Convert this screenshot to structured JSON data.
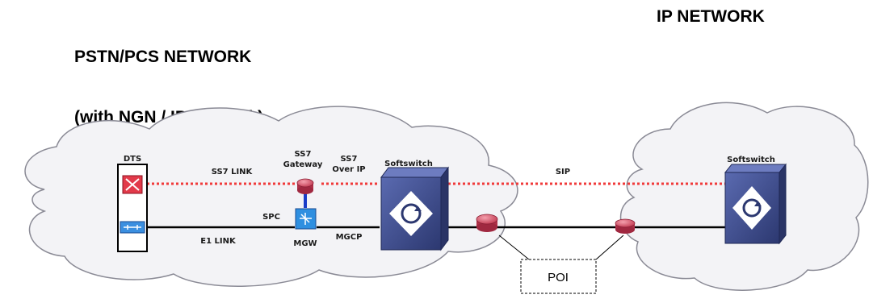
{
  "headings": {
    "left_line1": "PSTN/PCS NETWORK",
    "left_line2": "(with NGN / IP Network)",
    "right": "IP NETWORK"
  },
  "labels": {
    "dts": "DTS",
    "ss7_link": "SS7 LINK",
    "ss7_gateway_line1": "SS7",
    "ss7_gateway_line2": "Gateway",
    "ss7_over_ip_line1": "SS7",
    "ss7_over_ip_line2": "Over IP",
    "softswitch_left": "Softswitch",
    "sip": "SIP",
    "softswitch_right": "Softswitch",
    "spc": "SPC",
    "e1_link": "E1 LINK",
    "mgw": "MGW",
    "mgcp": "MGCP",
    "poi": "POI"
  },
  "colors": {
    "cloud_fill": "#f3f3f6",
    "cloud_stroke": "#8a8a95",
    "signal_link": "#f03a3a",
    "softswitch_fill": "#3e4d8f",
    "router_fill": "#d9536a",
    "mgw_fill": "#2f8fe0",
    "dts_red": "#e23a4a",
    "dts_blue": "#3b8fe0"
  },
  "icons": {
    "cloud_pstn": "cloud-shape",
    "cloud_ip": "cloud-shape",
    "dts": "switch-equipment-icon",
    "ss7_gateway": "router-icon",
    "mgw": "media-gateway-icon",
    "softswitch": "softswitch-icon",
    "edge_router": "router-icon"
  }
}
